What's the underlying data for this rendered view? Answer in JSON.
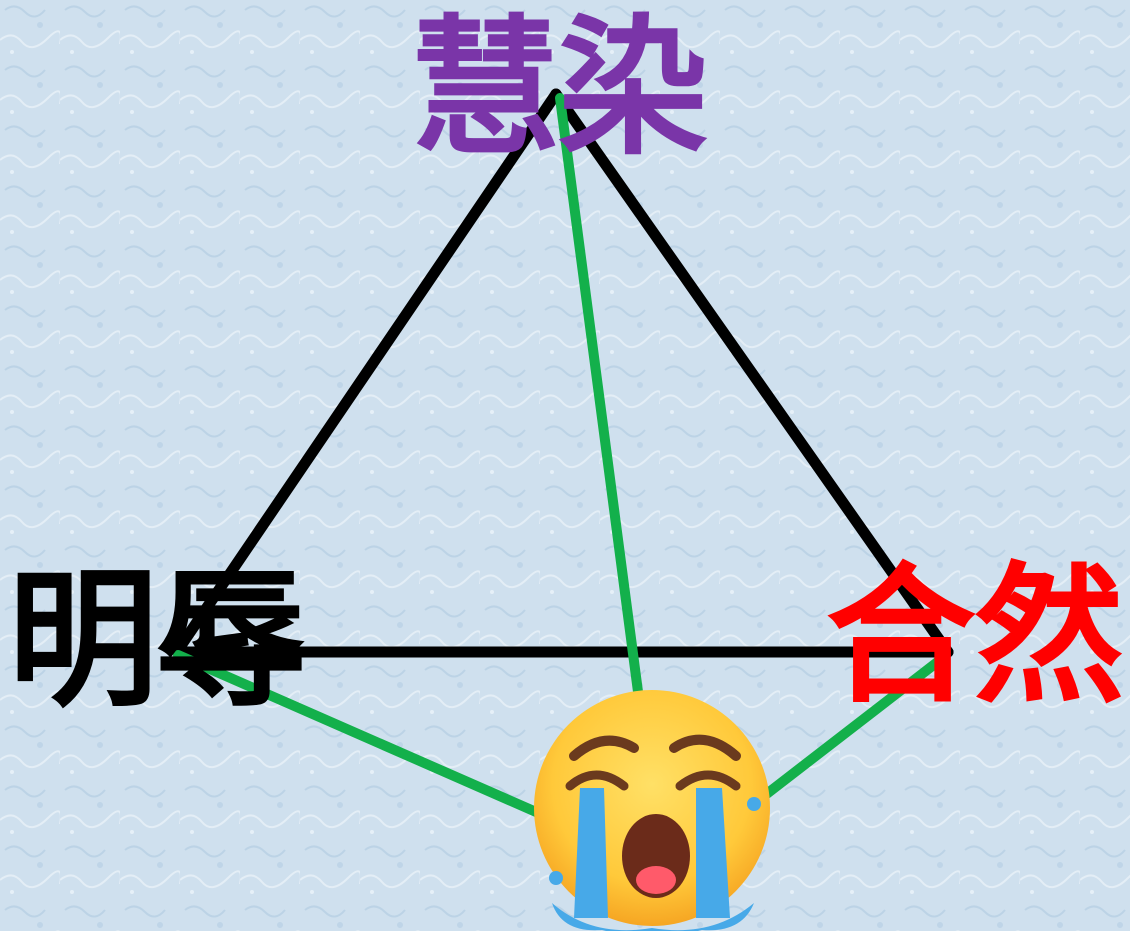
{
  "nodes": {
    "top": {
      "label": "慧染",
      "color": "#7a35a8"
    },
    "left": {
      "label": "明辱",
      "color": "#000000"
    },
    "right": {
      "label": "合然",
      "color": "#ff0000"
    },
    "center": {
      "icon": "loudly-crying-face-emoji"
    }
  },
  "edges": {
    "triangle_color": "#000000",
    "spoke_color": "#13b04b"
  },
  "colors": {
    "background": "#cfe0ee",
    "emoji_face": "#ffc93a",
    "emoji_tears": "#47a9e8"
  }
}
